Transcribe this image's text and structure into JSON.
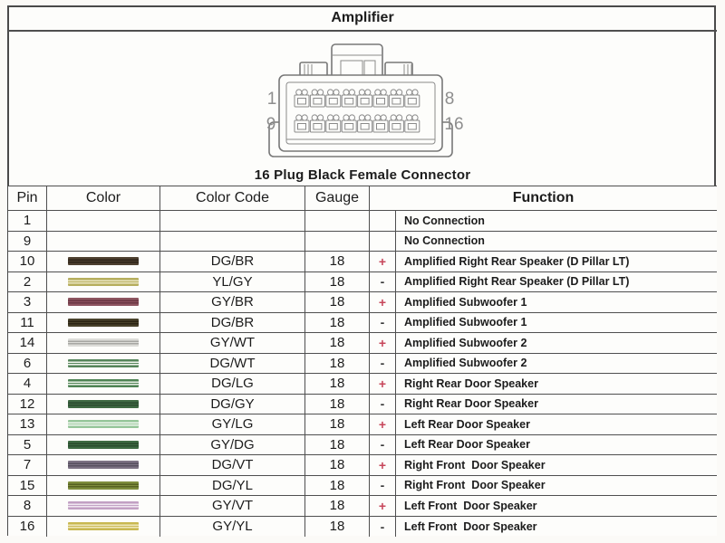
{
  "title": "Amplifier",
  "connector": {
    "heading": "16 Plug Black Female Connector",
    "corner_labels": {
      "top_left": "1",
      "top_right": "8",
      "bottom_left": "9",
      "bottom_right": "16"
    }
  },
  "table": {
    "headers": {
      "pin": "Pin",
      "color": "Color",
      "color_code": "Color Code",
      "gauge": "Gauge",
      "function": "Function"
    },
    "polarity_colors": {
      "positive": "#c7465a",
      "negative": "#3a3a3a"
    },
    "rows": [
      {
        "pin": "1",
        "swatch": null,
        "color_code": "",
        "gauge": "",
        "polarity": "",
        "function": "No Connection"
      },
      {
        "pin": "9",
        "swatch": null,
        "color_code": "",
        "gauge": "",
        "polarity": "",
        "function": "No Connection"
      },
      {
        "pin": "10",
        "swatch": {
          "base": "#4e4030",
          "stripe": "#2d2418"
        },
        "color_code": "DG/BR",
        "gauge": "18",
        "polarity": "+",
        "function": "Amplified Right Rear Speaker (D Pillar LT)"
      },
      {
        "pin": "2",
        "swatch": {
          "base": "#b6ae5e",
          "stripe": "#ebe6c2"
        },
        "color_code": "YL/GY",
        "gauge": "18",
        "polarity": "-",
        "function": "Amplified Right Rear Speaker (D Pillar LT)"
      },
      {
        "pin": "3",
        "swatch": {
          "base": "#8e5560",
          "stripe": "#6a3642"
        },
        "color_code": "GY/BR",
        "gauge": "18",
        "polarity": "+",
        "function": "Amplified Subwoofer 1"
      },
      {
        "pin": "11",
        "swatch": {
          "base": "#49422b",
          "stripe": "#2b2414"
        },
        "color_code": "DG/BR",
        "gauge": "18",
        "polarity": "-",
        "function": "Amplified Subwoofer 1"
      },
      {
        "pin": "14",
        "swatch": {
          "base": "#dcdcd8",
          "stripe": "#a6a6a2"
        },
        "color_code": "GY/WT",
        "gauge": "18",
        "polarity": "+",
        "function": "Amplified Subwoofer 2"
      },
      {
        "pin": "6",
        "swatch": {
          "base": "#55855a",
          "stripe": "#f2f5ef"
        },
        "color_code": "DG/WT",
        "gauge": "18",
        "polarity": "-",
        "function": "Amplified Subwoofer 2"
      },
      {
        "pin": "4",
        "swatch": {
          "base": "#4e8354",
          "stripe": "#e9f0e7"
        },
        "color_code": "DG/LG",
        "gauge": "18",
        "polarity": "+",
        "function": "Right Rear Door Speaker"
      },
      {
        "pin": "12",
        "swatch": {
          "base": "#3f6a44",
          "stripe": "#2b4b2f"
        },
        "color_code": "DG/GY",
        "gauge": "18",
        "polarity": "-",
        "function": "Right Rear Door Speaker"
      },
      {
        "pin": "13",
        "swatch": {
          "base": "#96c69a",
          "stripe": "#eff6ee"
        },
        "color_code": "GY/LG",
        "gauge": "18",
        "polarity": "+",
        "function": "Left Rear Door Speaker"
      },
      {
        "pin": "5",
        "swatch": {
          "base": "#3e6b43",
          "stripe": "#284a2c"
        },
        "color_code": "GY/DG",
        "gauge": "18",
        "polarity": "-",
        "function": "Left Rear Door Speaker"
      },
      {
        "pin": "7",
        "swatch": {
          "base": "#7c7284",
          "stripe": "#564f5e"
        },
        "color_code": "DG/VT",
        "gauge": "18",
        "polarity": "+",
        "function": "Right Front  Door Speaker"
      },
      {
        "pin": "15",
        "swatch": {
          "base": "#7f8e3e",
          "stripe": "#566122"
        },
        "color_code": "DG/YL",
        "gauge": "18",
        "polarity": "-",
        "function": "Right Front  Door Speaker"
      },
      {
        "pin": "8",
        "swatch": {
          "base": "#c2a0c4",
          "stripe": "#f0e7f1"
        },
        "color_code": "GY/VT",
        "gauge": "18",
        "polarity": "+",
        "function": "Left Front  Door Speaker"
      },
      {
        "pin": "16",
        "swatch": {
          "base": "#c9b852",
          "stripe": "#efe9bf"
        },
        "color_code": "GY/YL",
        "gauge": "18",
        "polarity": "-",
        "function": "Left Front  Door Speaker"
      }
    ]
  }
}
